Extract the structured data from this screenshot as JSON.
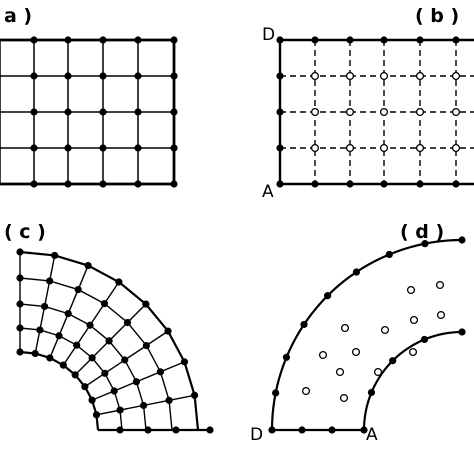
{
  "panels": [
    {
      "id": "a",
      "label": "a )"
    },
    {
      "id": "b",
      "label": "( b )",
      "corners": {
        "top_left": "D",
        "bottom_left": "A"
      }
    },
    {
      "id": "c",
      "label": "( c )"
    },
    {
      "id": "d",
      "label": "( d )",
      "corners": {
        "left": "D",
        "right": "A"
      }
    }
  ]
}
